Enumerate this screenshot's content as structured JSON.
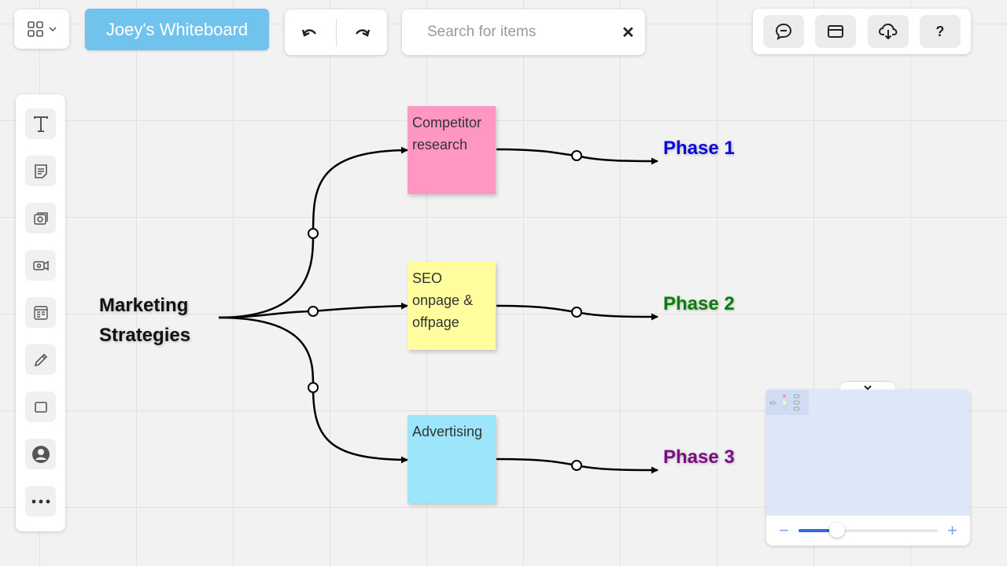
{
  "header": {
    "board_title": "Joey's Whiteboard",
    "search": {
      "placeholder": "Search for items",
      "value": ""
    }
  },
  "top_right": {
    "help_label": "?"
  },
  "toolbar": {
    "tools": [
      "text-tool",
      "sticky-note-tool",
      "image-tool",
      "video-tool",
      "template-tool",
      "pen-tool",
      "shape-tool",
      "avatar-tool",
      "more-tool"
    ]
  },
  "canvas": {
    "central_topic_lines": [
      "Marketing",
      "Strategies"
    ],
    "notes": [
      {
        "lines": [
          "Competitor",
          "research"
        ],
        "color": "#ff96c4"
      },
      {
        "lines": [
          "SEO",
          "onpage &",
          "offpage"
        ],
        "color": "#fffd9e"
      },
      {
        "lines": [
          "Advertising"
        ],
        "color": "#9de5fb"
      }
    ],
    "phases": [
      {
        "label": "Phase 1",
        "color": "#0a0adf"
      },
      {
        "label": "Phase 2",
        "color": "#0c7d0c"
      },
      {
        "label": "Phase 3",
        "color": "#7d0c86"
      }
    ]
  },
  "minimap": {
    "zoom_fraction": 0.28
  }
}
